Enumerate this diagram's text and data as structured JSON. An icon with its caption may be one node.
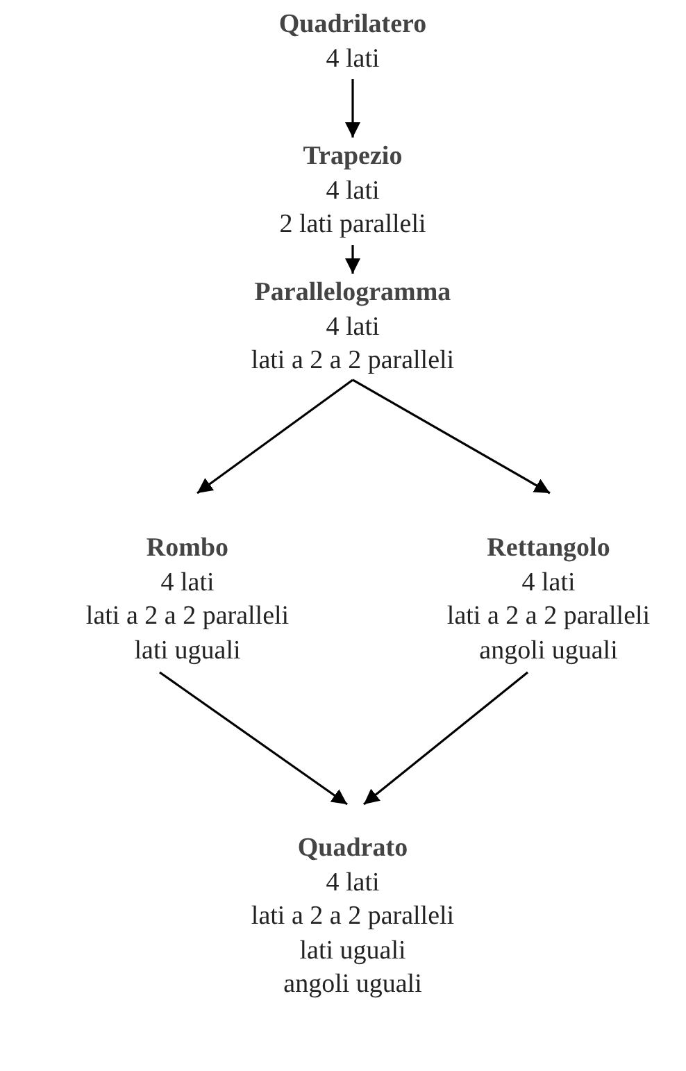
{
  "diagram": {
    "nodes": [
      {
        "text": [
          "Quadrilatero",
          "4 lati"
        ]
      },
      {
        "text": [
          "Trapezio",
          "4 lati",
          "2 lati paralleli"
        ]
      },
      {
        "text": [
          "Parallelogramma",
          "4 lati",
          "lati a 2 a 2 paralleli"
        ]
      },
      {
        "text": [
          "Rombo",
          "4 lati",
          "lati a 2 a 2 paralleli",
          "lati uguali"
        ]
      },
      {
        "text": [
          "Rettangolo",
          "4 lati",
          "lati a 2 a 2 paralleli",
          "angoli uguali"
        ]
      },
      {
        "text": [
          "Quadrato",
          "4 lati",
          "lati a 2 a 2 paralleli",
          "lati uguali",
          "angoli uguali"
        ]
      }
    ],
    "edges": [
      {
        "from": 0,
        "to": 1,
        "arrow": "to"
      },
      {
        "from": 1,
        "to": 2,
        "arrow": "to"
      },
      {
        "from": 2,
        "to": 3,
        "arrow": "to"
      },
      {
        "from": 2,
        "to": 4,
        "arrow": "to"
      },
      {
        "from": 3,
        "to": 5,
        "arrow": "to"
      },
      {
        "from": 4,
        "to": 5,
        "arrow": "to"
      }
    ]
  }
}
